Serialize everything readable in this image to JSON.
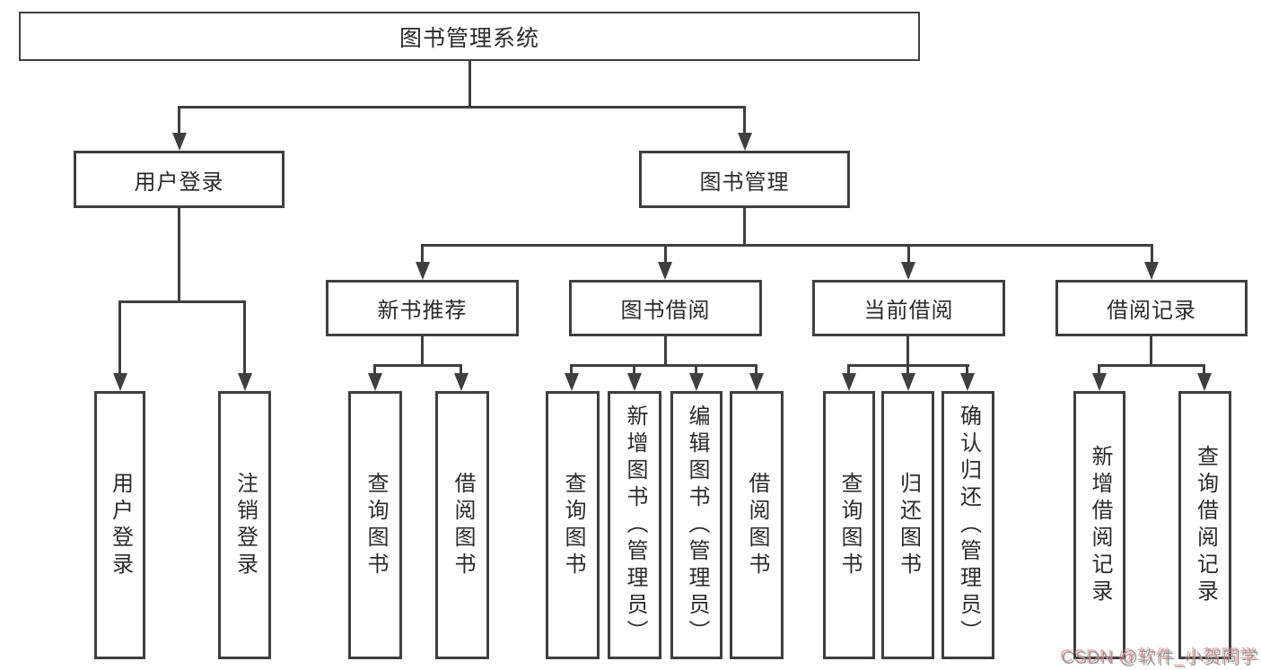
{
  "diagram": {
    "root": {
      "label": "图书管理系统"
    },
    "branches": [
      {
        "label": "用户登录",
        "children": [
          {
            "label": "用户登录"
          },
          {
            "label": "注销登录"
          }
        ]
      },
      {
        "label": "图书管理",
        "children": [
          {
            "label": "新书推荐",
            "children": [
              {
                "label": "查询图书"
              },
              {
                "label": "借阅图书"
              }
            ]
          },
          {
            "label": "图书借阅",
            "children": [
              {
                "label": "查询图书"
              },
              {
                "label": "新增图书（管理员）"
              },
              {
                "label": "编辑图书（管理员）"
              },
              {
                "label": "借阅图书"
              }
            ]
          },
          {
            "label": "当前借阅",
            "children": [
              {
                "label": "查询图书"
              },
              {
                "label": "归还图书"
              },
              {
                "label": "确认归还（管理员）"
              }
            ]
          },
          {
            "label": "借阅记录",
            "children": [
              {
                "label": "新增借阅记录"
              },
              {
                "label": "查询借阅记录"
              }
            ]
          }
        ]
      }
    ],
    "colors": {
      "line": "#3f3f3f",
      "box_border": "#3f3f3f",
      "text": "#2b2b2b",
      "background": "#ffffff"
    }
  },
  "watermark": {
    "text": "CSDN @软件_小贺同学",
    "color": "#9b9b9b",
    "shadow_color": "#e08080"
  }
}
